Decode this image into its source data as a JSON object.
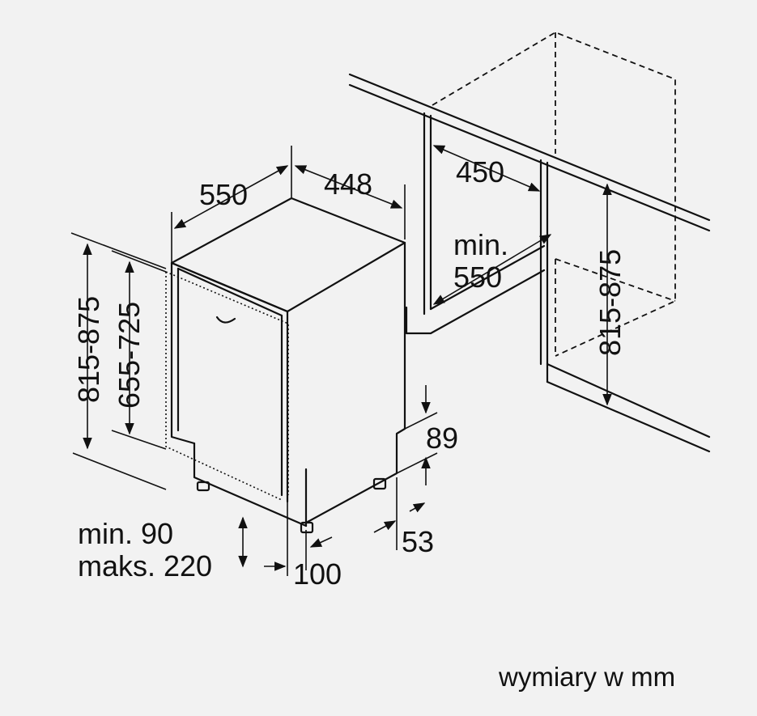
{
  "dimensions": {
    "width": "448",
    "depth": "550",
    "total_height": "815-875",
    "door_height": "655-725",
    "cabinet_depth": "450",
    "niche_depth_min_line1": "min.",
    "niche_depth_min_line2": "550",
    "niche_height": "815-875",
    "plinth_height": "89",
    "plinth_recess": "53",
    "foot_min_line1": "min. 90",
    "foot_max_line2": "maks. 220",
    "foot_offset": "100"
  },
  "caption": "wymiary w mm"
}
